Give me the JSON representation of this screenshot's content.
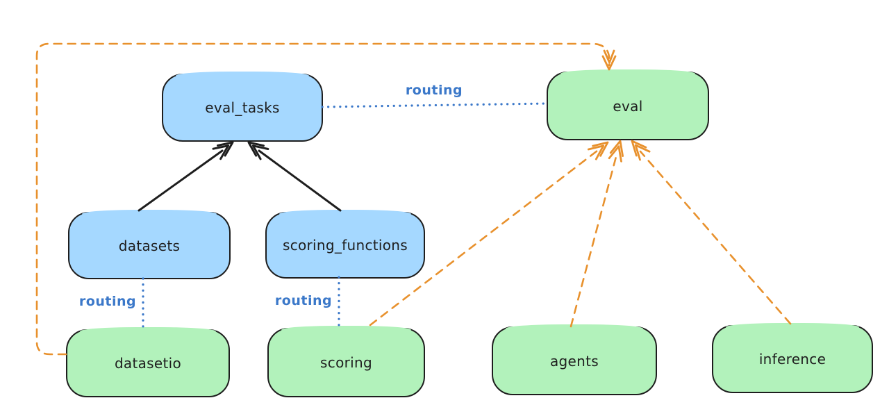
{
  "diagram": {
    "colors": {
      "background": "#ffffff",
      "node_blue_fill": "#a5d8ff",
      "node_green_fill": "#b2f2bb",
      "node_stroke": "#1e1e1e",
      "routing_blue": "#3b78c9",
      "orange": "#e8912d"
    },
    "nodes": [
      {
        "id": "eval_tasks",
        "label": "eval_tasks",
        "color": "blue"
      },
      {
        "id": "eval",
        "label": "eval",
        "color": "green"
      },
      {
        "id": "datasets",
        "label": "datasets",
        "color": "blue"
      },
      {
        "id": "scoring_functions",
        "label": "scoring_functions",
        "color": "blue"
      },
      {
        "id": "datasetio",
        "label": "datasetio",
        "color": "green"
      },
      {
        "id": "scoring",
        "label": "scoring",
        "color": "green"
      },
      {
        "id": "agents",
        "label": "agents",
        "color": "green"
      },
      {
        "id": "inference",
        "label": "inference",
        "color": "green"
      }
    ],
    "edges": [
      {
        "from": "datasets",
        "to": "eval_tasks",
        "style": "solid",
        "color": "#1e1e1e",
        "arrow": true
      },
      {
        "from": "scoring_functions",
        "to": "eval_tasks",
        "style": "solid",
        "color": "#1e1e1e",
        "arrow": true
      },
      {
        "from": "eval_tasks",
        "to": "eval",
        "style": "dotted",
        "color": "#3b78c9",
        "arrow": false,
        "label": "routing"
      },
      {
        "from": "datasets",
        "to": "datasetio",
        "style": "dotted",
        "color": "#3b78c9",
        "arrow": false,
        "label": "routing"
      },
      {
        "from": "scoring_functions",
        "to": "scoring",
        "style": "dotted",
        "color": "#3b78c9",
        "arrow": false,
        "label": "routing"
      },
      {
        "from": "datasetio",
        "to": "eval",
        "style": "dashed",
        "color": "#e8912d",
        "arrow": true,
        "route": "left-top-loop"
      },
      {
        "from": "scoring",
        "to": "eval",
        "style": "dashed",
        "color": "#e8912d",
        "arrow": true
      },
      {
        "from": "agents",
        "to": "eval",
        "style": "dashed",
        "color": "#e8912d",
        "arrow": true
      },
      {
        "from": "inference",
        "to": "eval",
        "style": "dashed",
        "color": "#e8912d",
        "arrow": true
      }
    ]
  }
}
